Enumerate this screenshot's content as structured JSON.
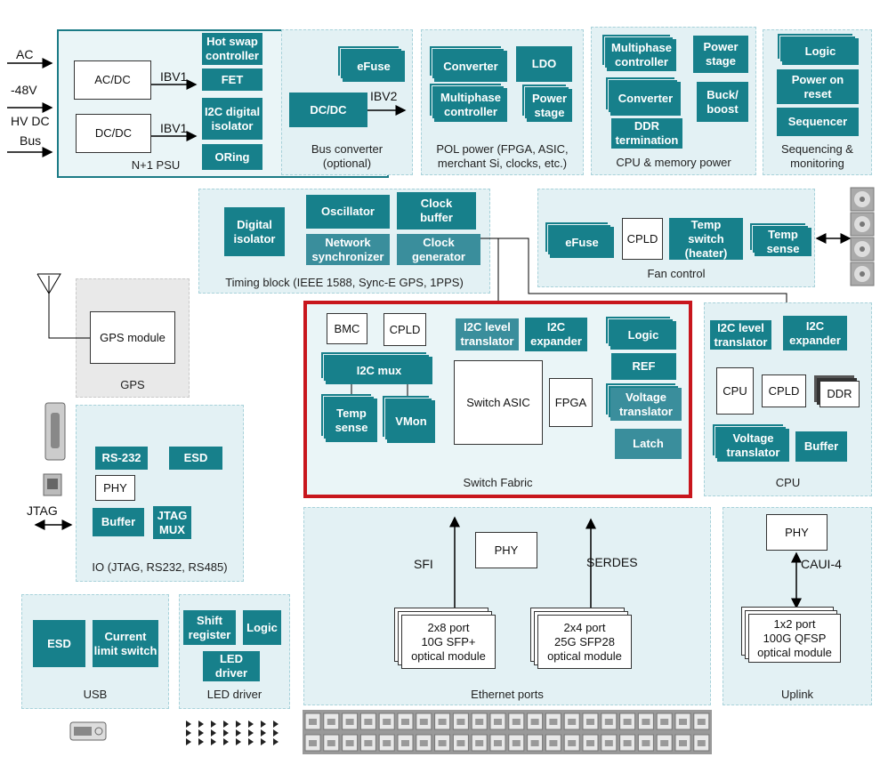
{
  "inputs": {
    "ac": "AC",
    "v48": "-48V",
    "hvdc": "HV DC",
    "bus": "Bus"
  },
  "panels": {
    "psu": "N+1 PSU",
    "bus": "Bus converter\n(optional)",
    "pol": "POL power (FPGA, ASIC,\nmerchant Si, clocks, etc.)",
    "cpupower": "CPU & memory power",
    "seq": "Sequencing &\nmonitoring",
    "timing": "Timing block (IEEE 1588, Sync-E GPS, 1PPS)",
    "fan": "Fan control",
    "gps": "GPS",
    "io": "IO (JTAG, RS232, RS485)",
    "switch": "Switch Fabric",
    "cpu": "CPU",
    "eth": "Ethernet ports",
    "uplink": "Uplink",
    "usb": "USB",
    "led": "LED driver"
  },
  "blocks": {
    "psu_hotswap": "Hot swap\ncontroller",
    "psu_fet": "FET",
    "psu_iso": "I2C digital\nisolator",
    "psu_oring": "ORing",
    "psu_acdc": "AC/DC",
    "psu_dcdc": "DC/DC",
    "bus_efuse": "eFuse",
    "bus_dcdc": "DC/DC",
    "pol_conv": "Converter",
    "pol_ldo": "LDO",
    "pol_mp": "Multiphase\ncontroller",
    "pol_ps": "Power\nstage",
    "cp_mp": "Multiphase\ncontroller",
    "cp_ps": "Power\nstage",
    "cp_conv": "Converter",
    "cp_ddr": "DDR\ntermination",
    "cp_buck": "Buck/\nboost",
    "seq_logic": "Logic",
    "seq_por": "Power on\nreset",
    "seq_seq": "Sequencer",
    "t_iso": "Digital\nisolator",
    "t_osc": "Oscillator",
    "t_net": "Network\nsynchronizer",
    "t_cbuf": "Clock\nbuffer",
    "t_cgen": "Clock\ngenerator",
    "f_efuse": "eFuse",
    "f_cpld": "CPLD",
    "f_tsw": "Temp\nswitch\n(heater)",
    "f_ts": "Temp\nsense",
    "gps_mod": "GPS module",
    "io_rs232": "RS-232",
    "io_esd": "ESD",
    "io_phy": "PHY",
    "io_buf": "Buffer",
    "io_jmux": "JTAG\nMUX",
    "s_bmc": "BMC",
    "s_cpld": "CPLD",
    "s_mux": "I2C mux",
    "s_ts": "Temp\nsense",
    "s_vmon": "VMon",
    "s_lvl": "I2C level\ntranslator",
    "s_exp": "I2C\nexpander",
    "s_asic": "Switch ASIC",
    "s_fpga": "FPGA",
    "s_logic": "Logic",
    "s_ref": "REF",
    "s_vt": "Voltage\ntranslator",
    "s_latch": "Latch",
    "c_lvl": "I2C level\ntranslator",
    "c_exp": "I2C\nexpander",
    "c_cpu": "CPU",
    "c_cpld": "CPLD",
    "c_ddr": "DDR",
    "c_vt": "Voltage\ntranslator",
    "c_buf": "Buffer",
    "e_phy": "PHY",
    "e_sfp": "2x8 port\n10G SFP+\noptical module",
    "e_sfp28": "2x4 port\n25G SFP28\noptical module",
    "u_phy": "PHY",
    "u_qsfp": "1x2 port\n100G QFSP\noptical module",
    "usb_esd": "ESD",
    "usb_cls": "Current\nlimit switch",
    "l_shift": "Shift\nregister",
    "l_logic": "Logic",
    "l_drv": "LED\ndriver"
  },
  "labels": {
    "ibv1a": "IBV1",
    "ibv1b": "IBV1",
    "ibv2": "IBV2",
    "jtag": "JTAG",
    "sfi": "SFI",
    "serdes": "SERDES",
    "caui": "CAUI-4"
  },
  "colors": {
    "teal": "#17808b",
    "light_teal": "#3a8e9c",
    "highlight": "#c8161d",
    "panel": "#e3f1f4"
  }
}
